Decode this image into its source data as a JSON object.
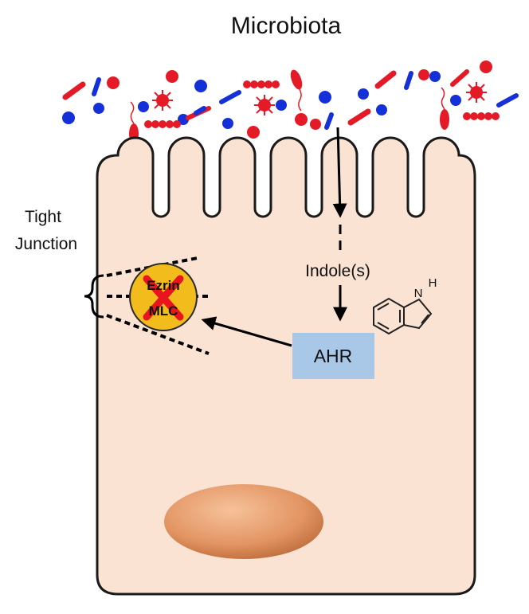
{
  "title": "Microbiota",
  "labels": {
    "tight_junction_line1": "Tight",
    "tight_junction_line2": "Junction",
    "indoles": "Indole(s)",
    "receptor": "AHR",
    "protein_top": "Ezrin",
    "protein_bottom": "MLC",
    "indole_n": "N",
    "indole_h": "H"
  },
  "colors": {
    "cell_fill": "#fbe3d3",
    "cell_stroke": "#1a1a1a",
    "ahr_box": "#a9c8e8",
    "protein_circle": "#f2bd1c",
    "x_mark": "#e8151f",
    "microbe_red": "#e51a27",
    "microbe_blue": "#1430d8",
    "nucleus_light": "#f4b98e",
    "nucleus_dark": "#c9703e"
  }
}
